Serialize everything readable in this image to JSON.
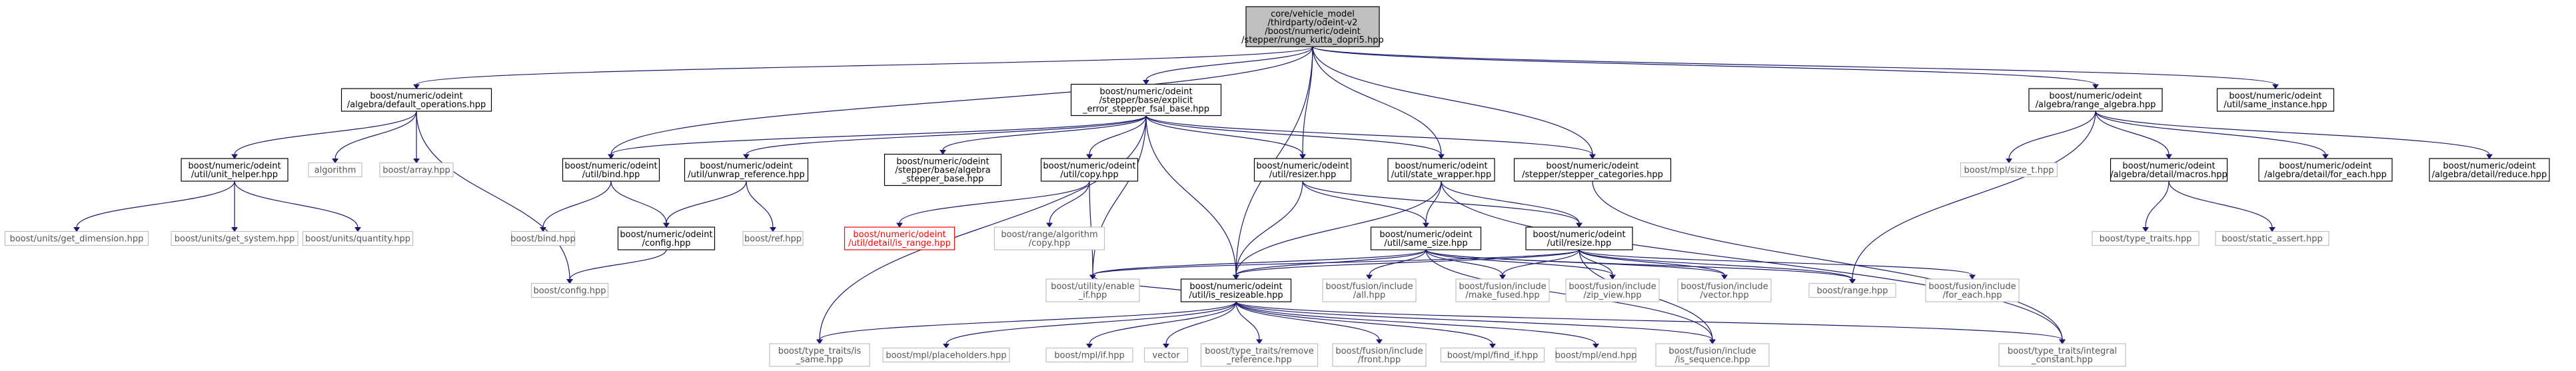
{
  "graph": {
    "nodes": [
      {
        "id": "root",
        "lines": [
          "core/vehicle_model",
          "/thirdparty/odeint-v2",
          "/boost/numeric/odeint",
          "/stepper/runge_kutta_dopri5.hpp"
        ],
        "kind": "root"
      },
      {
        "id": "default_operations",
        "lines": [
          "boost/numeric/odeint",
          "/algebra/default_operations.hpp"
        ],
        "kind": "normal"
      },
      {
        "id": "explicit_error",
        "lines": [
          "boost/numeric/odeint",
          "/stepper/base/explicit",
          "_error_stepper_fsal_base.hpp"
        ],
        "kind": "normal"
      },
      {
        "id": "range_algebra",
        "lines": [
          "boost/numeric/odeint",
          "/algebra/range_algebra.hpp"
        ],
        "kind": "normal"
      },
      {
        "id": "same_instance",
        "lines": [
          "boost/numeric/odeint",
          "/util/same_instance.hpp"
        ],
        "kind": "normal"
      },
      {
        "id": "unit_helper",
        "lines": [
          "boost/numeric/odeint",
          "/util/unit_helper.hpp"
        ],
        "kind": "normal"
      },
      {
        "id": "algorithm",
        "lines": [
          "algorithm"
        ],
        "kind": "ext"
      },
      {
        "id": "array",
        "lines": [
          "boost/array.hpp"
        ],
        "kind": "ext"
      },
      {
        "id": "bind_hpp",
        "lines": [
          "boost/numeric/odeint",
          "/util/bind.hpp"
        ],
        "kind": "normal"
      },
      {
        "id": "unwrap_ref",
        "lines": [
          "boost/numeric/odeint",
          "/util/unwrap_reference.hpp"
        ],
        "kind": "normal"
      },
      {
        "id": "algebra_stepper_base",
        "lines": [
          "boost/numeric/odeint",
          "/stepper/base/algebra",
          "_stepper_base.hpp"
        ],
        "kind": "normal"
      },
      {
        "id": "copy_hpp",
        "lines": [
          "boost/numeric/odeint",
          "/util/copy.hpp"
        ],
        "kind": "normal"
      },
      {
        "id": "resizer",
        "lines": [
          "boost/numeric/odeint",
          "/util/resizer.hpp"
        ],
        "kind": "normal"
      },
      {
        "id": "state_wrapper",
        "lines": [
          "boost/numeric/odeint",
          "/util/state_wrapper.hpp"
        ],
        "kind": "normal"
      },
      {
        "id": "stepper_categories",
        "lines": [
          "boost/numeric/odeint",
          "/stepper/stepper_categories.hpp"
        ],
        "kind": "normal"
      },
      {
        "id": "size_t",
        "lines": [
          "boost/mpl/size_t.hpp"
        ],
        "kind": "ext"
      },
      {
        "id": "macros",
        "lines": [
          "boost/numeric/odeint",
          "/algebra/detail/macros.hpp"
        ],
        "kind": "normal"
      },
      {
        "id": "for_each_det",
        "lines": [
          "boost/numeric/odeint",
          "/algebra/detail/for_each.hpp"
        ],
        "kind": "normal"
      },
      {
        "id": "reduce",
        "lines": [
          "boost/numeric/odeint",
          "/algebra/detail/reduce.hpp"
        ],
        "kind": "normal"
      },
      {
        "id": "get_dimension",
        "lines": [
          "boost/units/get_dimension.hpp"
        ],
        "kind": "ext"
      },
      {
        "id": "get_system",
        "lines": [
          "boost/units/get_system.hpp"
        ],
        "kind": "ext"
      },
      {
        "id": "quantity",
        "lines": [
          "boost/units/quantity.hpp"
        ],
        "kind": "ext"
      },
      {
        "id": "bind_boost",
        "lines": [
          "boost/bind.hpp"
        ],
        "kind": "ext"
      },
      {
        "id": "config_odeint",
        "lines": [
          "boost/numeric/odeint",
          "/config.hpp"
        ],
        "kind": "normal"
      },
      {
        "id": "ref",
        "lines": [
          "boost/ref.hpp"
        ],
        "kind": "ext"
      },
      {
        "id": "is_range",
        "lines": [
          "boost/numeric/odeint",
          "/util/detail/is_range.hpp"
        ],
        "kind": "red"
      },
      {
        "id": "range_copy",
        "lines": [
          "boost/range/algorithm",
          "/copy.hpp"
        ],
        "kind": "ext"
      },
      {
        "id": "same_size",
        "lines": [
          "boost/numeric/odeint",
          "/util/same_size.hpp"
        ],
        "kind": "normal"
      },
      {
        "id": "resize",
        "lines": [
          "boost/numeric/odeint",
          "/util/resize.hpp"
        ],
        "kind": "normal"
      },
      {
        "id": "type_traits_hpp",
        "lines": [
          "boost/type_traits.hpp"
        ],
        "kind": "ext"
      },
      {
        "id": "static_assert",
        "lines": [
          "boost/static_assert.hpp"
        ],
        "kind": "ext"
      },
      {
        "id": "config_boost",
        "lines": [
          "boost/config.hpp"
        ],
        "kind": "ext"
      },
      {
        "id": "enable_if",
        "lines": [
          "boost/utility/enable",
          "_if.hpp"
        ],
        "kind": "ext"
      },
      {
        "id": "is_resizeable",
        "lines": [
          "boost/numeric/odeint",
          "/util/is_resizeable.hpp"
        ],
        "kind": "normal"
      },
      {
        "id": "all",
        "lines": [
          "boost/fusion/include",
          "/all.hpp"
        ],
        "kind": "ext"
      },
      {
        "id": "make_fused",
        "lines": [
          "boost/fusion/include",
          "/make_fused.hpp"
        ],
        "kind": "ext"
      },
      {
        "id": "zip_view",
        "lines": [
          "boost/fusion/include",
          "/zip_view.hpp"
        ],
        "kind": "ext"
      },
      {
        "id": "vector_fusion",
        "lines": [
          "boost/fusion/include",
          "/vector.hpp"
        ],
        "kind": "ext"
      },
      {
        "id": "range_hpp",
        "lines": [
          "boost/range.hpp"
        ],
        "kind": "ext"
      },
      {
        "id": "for_each_fusion",
        "lines": [
          "boost/fusion/include",
          "/for_each.hpp"
        ],
        "kind": "ext"
      },
      {
        "id": "is_same",
        "lines": [
          "boost/type_traits/is",
          "_same.hpp"
        ],
        "kind": "ext"
      },
      {
        "id": "placeholders",
        "lines": [
          "boost/mpl/placeholders.hpp"
        ],
        "kind": "ext"
      },
      {
        "id": "mpl_if",
        "lines": [
          "boost/mpl/if.hpp"
        ],
        "kind": "ext"
      },
      {
        "id": "vector_std",
        "lines": [
          "vector"
        ],
        "kind": "ext"
      },
      {
        "id": "remove_reference",
        "lines": [
          "boost/type_traits/remove",
          "_reference.hpp"
        ],
        "kind": "ext"
      },
      {
        "id": "front",
        "lines": [
          "boost/fusion/include",
          "/front.hpp"
        ],
        "kind": "ext"
      },
      {
        "id": "find_if",
        "lines": [
          "boost/mpl/find_if.hpp"
        ],
        "kind": "ext"
      },
      {
        "id": "mpl_end",
        "lines": [
          "boost/mpl/end.hpp"
        ],
        "kind": "ext"
      },
      {
        "id": "is_sequence",
        "lines": [
          "boost/fusion/include",
          "/is_sequence.hpp"
        ],
        "kind": "ext"
      },
      {
        "id": "integral_constant",
        "lines": [
          "boost/type_traits/integral",
          "_constant.hpp"
        ],
        "kind": "ext"
      }
    ],
    "edges": [
      [
        "root",
        "default_operations"
      ],
      [
        "root",
        "explicit_error"
      ],
      [
        "root",
        "range_algebra"
      ],
      [
        "root",
        "same_instance"
      ],
      [
        "root",
        "bind_hpp"
      ],
      [
        "root",
        "resizer"
      ],
      [
        "root",
        "state_wrapper"
      ],
      [
        "root",
        "stepper_categories"
      ],
      [
        "root",
        "is_resizeable"
      ],
      [
        "default_operations",
        "unit_helper"
      ],
      [
        "default_operations",
        "algorithm"
      ],
      [
        "default_operations",
        "array"
      ],
      [
        "default_operations",
        "config_boost"
      ],
      [
        "unit_helper",
        "get_dimension"
      ],
      [
        "unit_helper",
        "get_system"
      ],
      [
        "unit_helper",
        "quantity"
      ],
      [
        "explicit_error",
        "bind_hpp"
      ],
      [
        "explicit_error",
        "unwrap_ref"
      ],
      [
        "explicit_error",
        "algebra_stepper_base"
      ],
      [
        "explicit_error",
        "copy_hpp"
      ],
      [
        "explicit_error",
        "resizer"
      ],
      [
        "explicit_error",
        "state_wrapper"
      ],
      [
        "explicit_error",
        "stepper_categories"
      ],
      [
        "explicit_error",
        "is_resizeable"
      ],
      [
        "explicit_error",
        "enable_if"
      ],
      [
        "explicit_error",
        "is_same"
      ],
      [
        "bind_hpp",
        "bind_boost"
      ],
      [
        "bind_hpp",
        "config_odeint"
      ],
      [
        "unwrap_ref",
        "config_odeint"
      ],
      [
        "unwrap_ref",
        "ref"
      ],
      [
        "config_odeint",
        "config_boost"
      ],
      [
        "copy_hpp",
        "is_range"
      ],
      [
        "copy_hpp",
        "range_copy"
      ],
      [
        "copy_hpp",
        "enable_if"
      ],
      [
        "resizer",
        "same_size"
      ],
      [
        "resizer",
        "resize"
      ],
      [
        "resizer",
        "is_resizeable"
      ],
      [
        "state_wrapper",
        "same_size"
      ],
      [
        "state_wrapper",
        "resize"
      ],
      [
        "state_wrapper",
        "is_resizeable"
      ],
      [
        "state_wrapper",
        "integral_constant"
      ],
      [
        "stepper_categories",
        "integral_constant"
      ],
      [
        "range_algebra",
        "size_t"
      ],
      [
        "range_algebra",
        "macros"
      ],
      [
        "range_algebra",
        "for_each_det"
      ],
      [
        "range_algebra",
        "reduce"
      ],
      [
        "range_algebra",
        "range_hpp"
      ],
      [
        "macros",
        "type_traits_hpp"
      ],
      [
        "macros",
        "static_assert"
      ],
      [
        "same_size",
        "enable_if"
      ],
      [
        "same_size",
        "is_resizeable"
      ],
      [
        "same_size",
        "all"
      ],
      [
        "same_size",
        "make_fused"
      ],
      [
        "same_size",
        "zip_view"
      ],
      [
        "same_size",
        "vector_fusion"
      ],
      [
        "same_size",
        "range_hpp"
      ],
      [
        "same_size",
        "is_sequence"
      ],
      [
        "resize",
        "enable_if"
      ],
      [
        "resize",
        "is_resizeable"
      ],
      [
        "resize",
        "make_fused"
      ],
      [
        "resize",
        "zip_view"
      ],
      [
        "resize",
        "vector_fusion"
      ],
      [
        "resize",
        "range_hpp"
      ],
      [
        "resize",
        "for_each_fusion"
      ],
      [
        "resize",
        "is_sequence"
      ],
      [
        "is_resizeable",
        "enable_if"
      ],
      [
        "is_resizeable",
        "is_same"
      ],
      [
        "is_resizeable",
        "placeholders"
      ],
      [
        "is_resizeable",
        "mpl_if"
      ],
      [
        "is_resizeable",
        "vector_std"
      ],
      [
        "is_resizeable",
        "remove_reference"
      ],
      [
        "is_resizeable",
        "front"
      ],
      [
        "is_resizeable",
        "find_if"
      ],
      [
        "is_resizeable",
        "mpl_end"
      ],
      [
        "is_resizeable",
        "is_sequence"
      ],
      [
        "is_resizeable",
        "integral_constant"
      ]
    ]
  }
}
